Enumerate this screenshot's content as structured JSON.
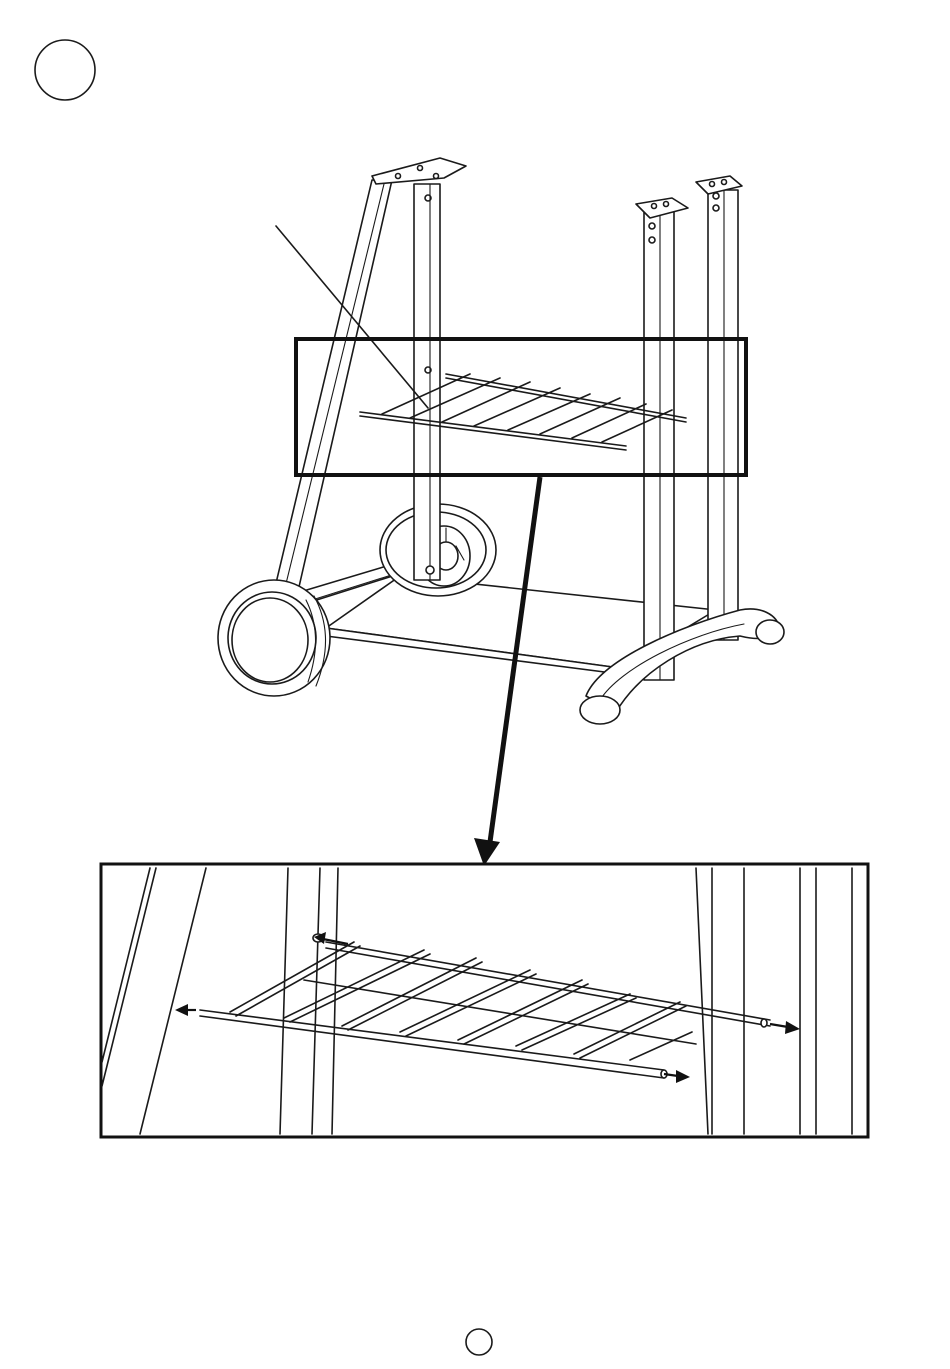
{
  "step": {
    "number_label": ""
  },
  "page": {
    "number_label": ""
  },
  "icons": {
    "step-badge": "circle-outline",
    "page-number": "circle-outline",
    "pointer": "leader-line",
    "callout": "thick-arrow-down",
    "direction": "arrowheads"
  },
  "colors": {
    "ink": "#1a1a1a",
    "paper": "#ffffff"
  }
}
